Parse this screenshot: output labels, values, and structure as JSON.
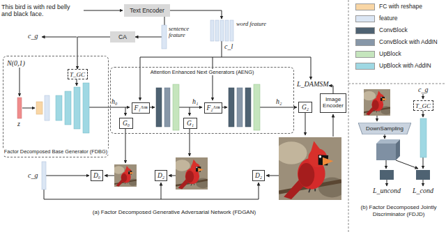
{
  "diagram": {
    "nodes": [
      {
        "text": [
          "Text Encoder"
        ]
      },
      {
        "text": [
          "CA"
        ]
      },
      {
        "text": [
          "Factor Decomposed Base Generator (FDBG)"
        ]
      },
      {
        "text": [
          "T_GC"
        ],
        "in": 2
      },
      {
        "text": [
          "Attention Enhanced Next Generators (AENG)"
        ]
      },
      {
        "text": [
          "F₁ᴬᵗᵗⁿ"
        ],
        "in": 4
      },
      {
        "text": [
          "F₂ᴬᵗᵗⁿ"
        ],
        "in": 4
      },
      {
        "text": [
          "G₀"
        ],
        "in": 4
      },
      {
        "text": [
          "G₁"
        ],
        "in": 4
      },
      {
        "text": [
          "G₂"
        ]
      },
      {
        "text": [
          "Image Encoder"
        ]
      },
      {
        "text": [
          "D₀"
        ]
      },
      {
        "text": [
          "D₂"
        ]
      },
      {
        "text": [
          "D₂"
        ]
      },
      {
        "text": [
          "DownSampling"
        ]
      },
      {
        "text": [
          "T_GC"
        ]
      }
    ],
    "edges": [
      {
        "from": 0,
        "to": 1,
        "arrow": "to"
      },
      {
        "from": 1,
        "to": 3,
        "arrow": "to"
      }
    ],
    "labels": [
      "This bird is with red belly and black face.",
      "sentence feature",
      "word feature",
      "c_g",
      "c_l",
      "N(0,1)",
      "z",
      "h₀",
      "h₁",
      "h₂",
      "L_DAMSM",
      "c_g",
      "(a) Factor Decomposed Generative Adversarial Network (FDGAN)",
      "c_g",
      "L_uncond",
      "L_cond",
      "(b) Factor Decomposed Jointly Discriminator (FDJD)"
    ],
    "legend": [
      {
        "text": "FC with reshape",
        "color": "#f9d6a5"
      },
      {
        "text": "feature",
        "color": "#dbe6f4"
      },
      {
        "text": "ConvBlock",
        "color": "#4e6272"
      },
      {
        "text": "ConvBlock with AddIN",
        "color": "#8797a8"
      },
      {
        "text": "UpBlock",
        "color": "#c5e5bd"
      },
      {
        "text": "UpBlock with AddIN",
        "color": "#9fd8e3"
      }
    ]
  }
}
